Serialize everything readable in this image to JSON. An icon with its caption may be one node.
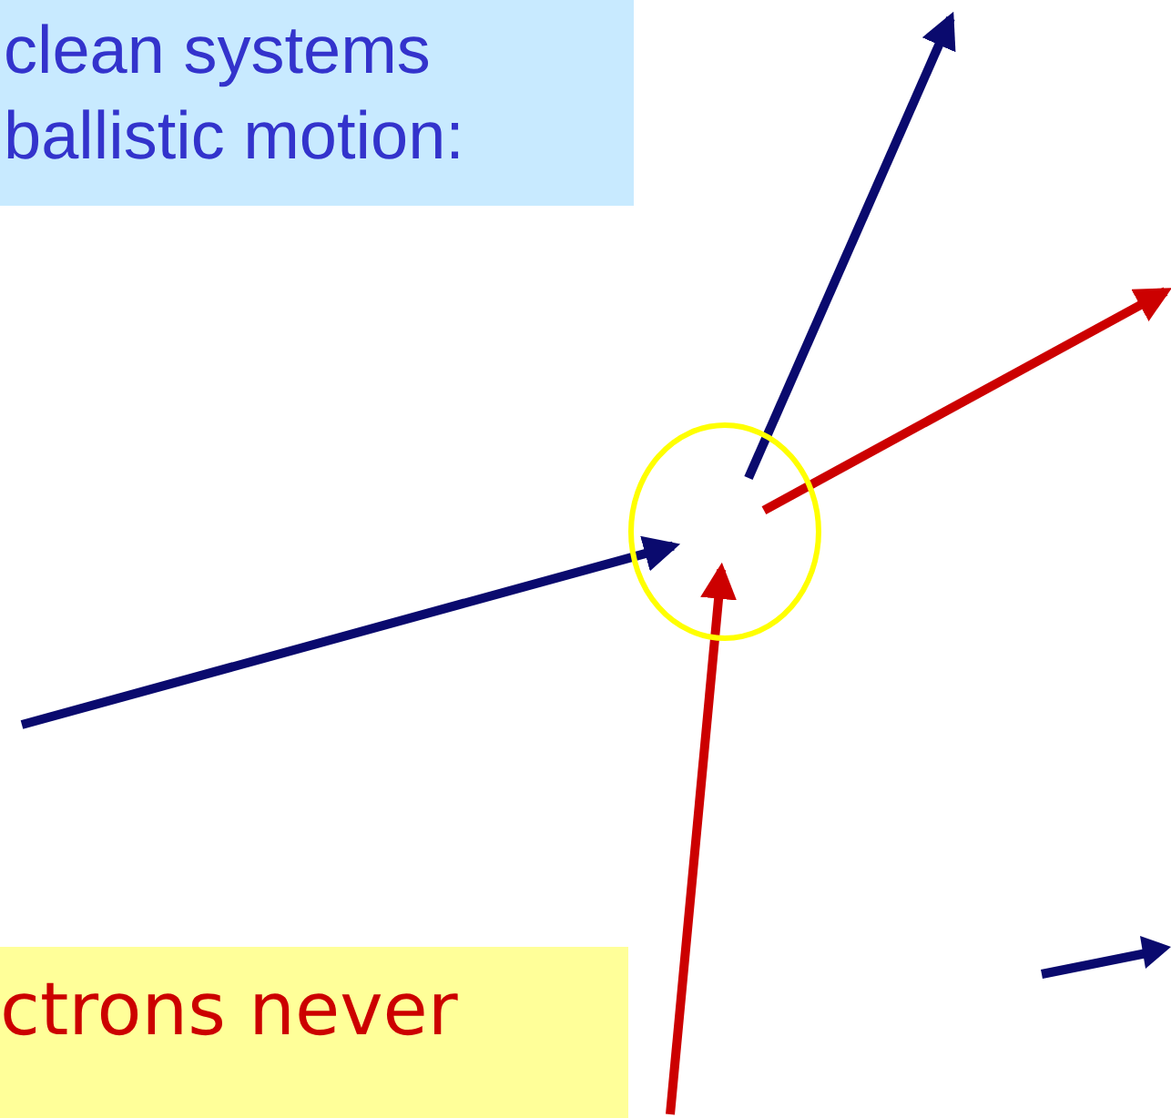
{
  "diagram": {
    "nodes": [
      {
        "text": [
          "clean systems ballistic motion:"
        ]
      },
      {
        "text": [],
        "shape": "circle"
      },
      {
        "text": [
          "ctrons never"
        ]
      }
    ],
    "edges": [
      {
        "from": null,
        "to": 1,
        "arrow": "to"
      },
      {
        "from": null,
        "to": 1,
        "arrow": "to",
        "color": "#cc0000"
      },
      {
        "from": 1,
        "to": null,
        "arrow": "to"
      },
      {
        "from": 1,
        "to": null,
        "arrow": "to",
        "color": "#cc0000"
      }
    ]
  }
}
